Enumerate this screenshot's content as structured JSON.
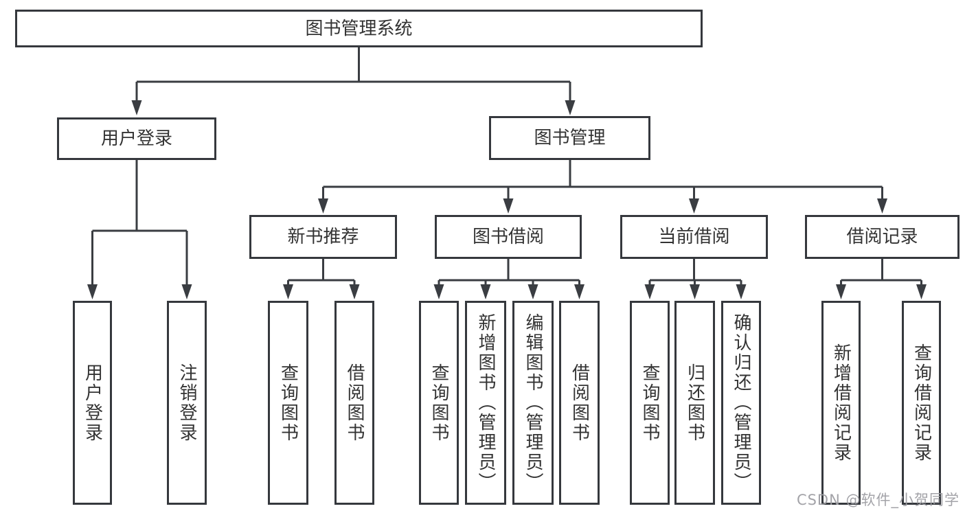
{
  "root": {
    "label": "图书管理系统"
  },
  "level2": [
    {
      "label": "用户登录",
      "children": [
        {
          "label": "用户登录"
        },
        {
          "label": "注销登录"
        }
      ]
    },
    {
      "label": "图书管理",
      "children": [
        {
          "label": "新书推荐",
          "children": [
            {
              "label": "查询图书"
            },
            {
              "label": "借阅图书"
            }
          ]
        },
        {
          "label": "图书借阅",
          "children": [
            {
              "label": "查询图书"
            },
            {
              "label": "新增图书（管理员）"
            },
            {
              "label": "编辑图书（管理员）"
            },
            {
              "label": "借阅图书"
            }
          ]
        },
        {
          "label": "当前借阅",
          "children": [
            {
              "label": "查询图书"
            },
            {
              "label": "归还图书"
            },
            {
              "label": "确认归还（管理员）"
            }
          ]
        },
        {
          "label": "借阅记录",
          "children": [
            {
              "label": "新增借阅记录"
            },
            {
              "label": "查询借阅记录"
            }
          ]
        }
      ]
    }
  ],
  "watermark": {
    "text": "CSDN @软件_小贺同学"
  },
  "colors": {
    "line": "#3a3d42",
    "box_border": "#35383d",
    "text": "#333333",
    "background": "#ffffff",
    "watermark": "#9e9ea3"
  }
}
